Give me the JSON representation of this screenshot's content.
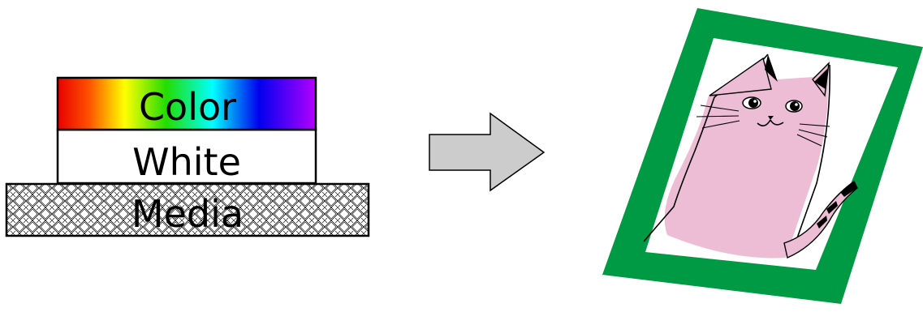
{
  "layers": {
    "color_label": "Color",
    "white_label": "White",
    "media_label": "Media"
  },
  "arrow": {
    "icon": "right-arrow-icon",
    "fill": "#cccccc"
  },
  "colors": {
    "frame_green": "#009a44",
    "cat_pink": "#ecbdd4",
    "outline": "#000000",
    "layer_white": "#ffffff"
  },
  "spectrum": [
    "#ff0000",
    "#ff7f00",
    "#ffff00",
    "#00ff00",
    "#00ffff",
    "#0000ff",
    "#9900ff"
  ],
  "illustration": {
    "icon": "cat-picture-icon"
  }
}
